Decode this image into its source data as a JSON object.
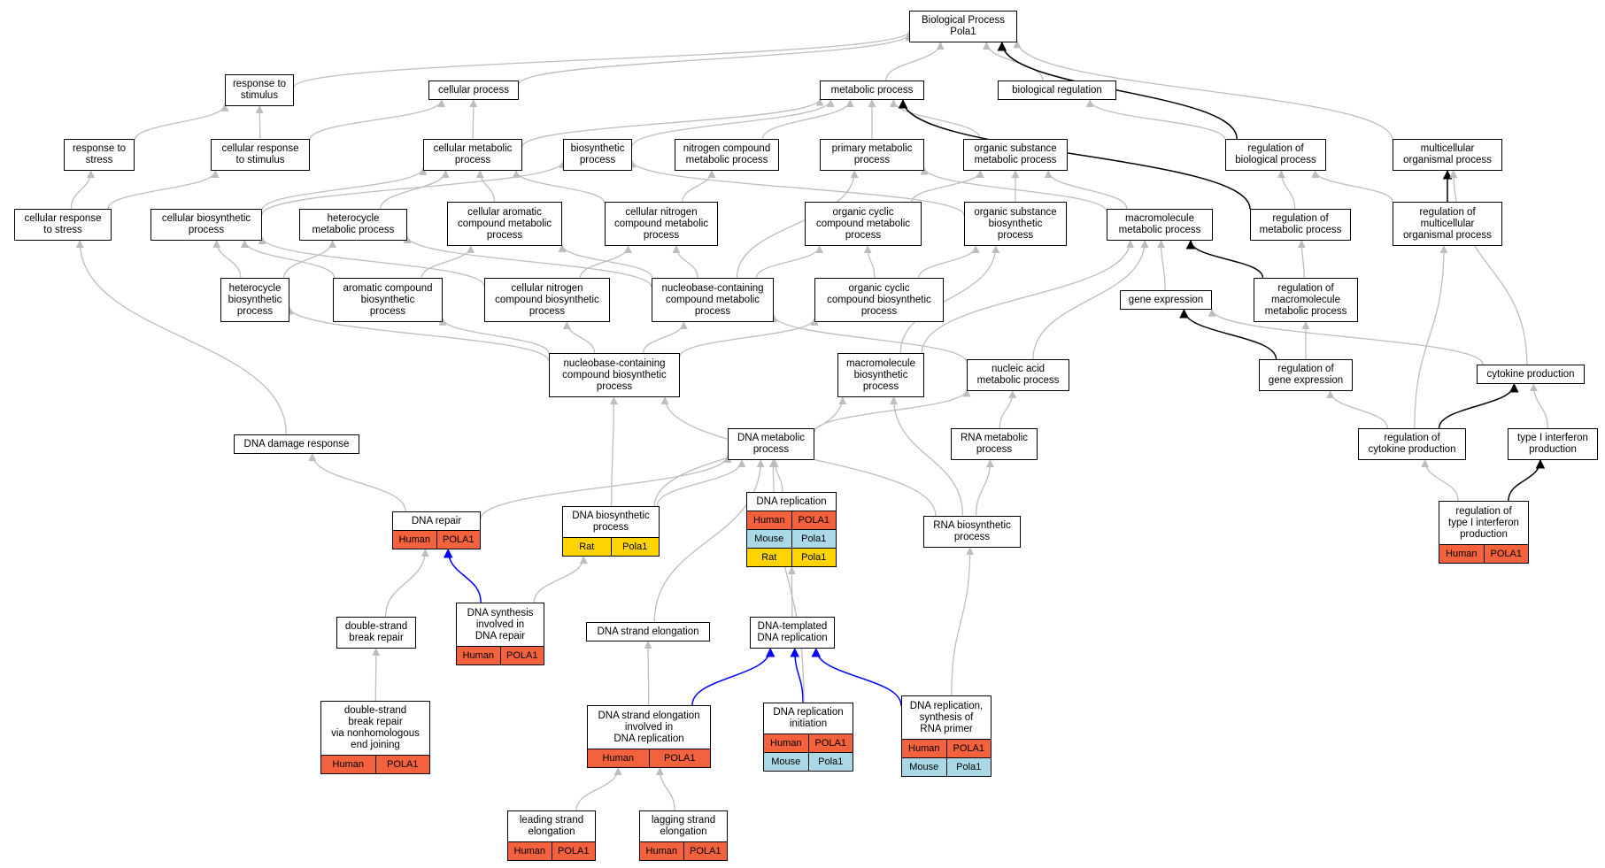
{
  "colors": {
    "human": "#f4623d",
    "mouse": "#aad8e6",
    "rat": "#ffd400",
    "edge_gray": "#bdbdbd",
    "edge_black": "#000000",
    "edge_blue": "#0000ff"
  },
  "nodes": {
    "bp": {
      "label": "Biological Process\nPola1"
    },
    "resp_stim": {
      "label": "response to\nstimulus"
    },
    "cell_proc": {
      "label": "cellular process"
    },
    "metab": {
      "label": "metabolic process"
    },
    "bio_reg": {
      "label": "biological regulation"
    },
    "resp_stress": {
      "label": "response to\nstress"
    },
    "cell_resp_stim": {
      "label": "cellular response\nto stimulus"
    },
    "cell_metab": {
      "label": "cellular metabolic\nprocess"
    },
    "biosynth": {
      "label": "biosynthetic\nprocess"
    },
    "nitro_metab": {
      "label": "nitrogen compound\nmetabolic process"
    },
    "prim_metab": {
      "label": "primary metabolic\nprocess"
    },
    "org_sub_metab": {
      "label": "organic substance\nmetabolic process"
    },
    "reg_bio": {
      "label": "regulation of\nbiological process"
    },
    "multi_org": {
      "label": "multicellular\norganismal process"
    },
    "cell_resp_stress": {
      "label": "cellular response\nto stress"
    },
    "cell_biosynth": {
      "label": "cellular biosynthetic\nprocess"
    },
    "hetero_metab": {
      "label": "heterocycle\nmetabolic process"
    },
    "cell_arom": {
      "label": "cellular aromatic\ncompound metabolic\nprocess"
    },
    "cell_nitro_metab": {
      "label": "cellular nitrogen\ncompound metabolic\nprocess"
    },
    "org_cyc_metab": {
      "label": "organic cyclic\ncompound metabolic\nprocess"
    },
    "org_sub_biosynth": {
      "label": "organic substance\nbiosynthetic\nprocess"
    },
    "macro_metab": {
      "label": "macromolecule\nmetabolic process"
    },
    "reg_metab": {
      "label": "regulation of\nmetabolic process"
    },
    "reg_multi": {
      "label": "regulation of\nmulticellular\norganismal process"
    },
    "hetero_biosynth": {
      "label": "heterocycle\nbiosynthetic\nprocess"
    },
    "arom_biosynth": {
      "label": "aromatic compound\nbiosynthetic\nprocess"
    },
    "cell_nitro_biosynth": {
      "label": "cellular nitrogen\ncompound biosynthetic\nprocess"
    },
    "nucbase_metab": {
      "label": "nucleobase-containing\ncompound metabolic\nprocess"
    },
    "org_cyc_biosynth": {
      "label": "organic cyclic\ncompound biosynthetic\nprocess"
    },
    "gene_expr": {
      "label": "gene expression"
    },
    "reg_macro_metab": {
      "label": "regulation of\nmacromolecule\nmetabolic process"
    },
    "nucbase_biosynth": {
      "label": "nucleobase-containing\ncompound biosynthetic\nprocess"
    },
    "macro_biosynth": {
      "label": "macromolecule\nbiosynthetic\nprocess"
    },
    "nucacid_metab": {
      "label": "nucleic acid\nmetabolic process"
    },
    "reg_gene_expr": {
      "label": "regulation of\ngene expression"
    },
    "cytokine": {
      "label": "cytokine production"
    },
    "dna_damage": {
      "label": "DNA damage response"
    },
    "dna_metab": {
      "label": "DNA metabolic\nprocess"
    },
    "rna_metab": {
      "label": "RNA metabolic\nprocess"
    },
    "reg_cytokine": {
      "label": "regulation of\ncytokine production"
    },
    "type1_ifn": {
      "label": "type I interferon\nproduction"
    },
    "dna_repair": {
      "label": "DNA repair",
      "ann": [
        [
          "Human",
          "POLA1",
          "human"
        ]
      ]
    },
    "dna_biosynth": {
      "label": "DNA biosynthetic\nprocess",
      "ann": [
        [
          "Rat",
          "Pola1",
          "rat"
        ]
      ]
    },
    "dna_repl": {
      "label": "DNA replication",
      "ann": [
        [
          "Human",
          "POLA1",
          "human"
        ],
        [
          "Mouse",
          "Pola1",
          "mouse"
        ],
        [
          "Rat",
          "Pola1",
          "rat"
        ]
      ]
    },
    "rna_biosynth": {
      "label": "RNA biosynthetic\nprocess"
    },
    "reg_type1": {
      "label": "regulation of\ntype I interferon\nproduction",
      "ann": [
        [
          "Human",
          "POLA1",
          "human"
        ]
      ]
    },
    "dsb_repair": {
      "label": "double-strand\nbreak repair"
    },
    "dna_synth_repair": {
      "label": "DNA synthesis\ninvolved in\nDNA repair",
      "ann": [
        [
          "Human",
          "POLA1",
          "human"
        ]
      ]
    },
    "dna_strand_elong": {
      "label": "DNA strand elongation"
    },
    "dna_templ_repl": {
      "label": "DNA-templated\nDNA replication"
    },
    "nhej": {
      "label": "double-strand\nbreak repair\nvia nonhomologous\nend joining",
      "ann": [
        [
          "Human",
          "POLA1",
          "human"
        ]
      ]
    },
    "elong_repl": {
      "label": "DNA strand elongation\ninvolved in\nDNA replication",
      "ann": [
        [
          "Human",
          "POLA1",
          "human"
        ]
      ]
    },
    "repl_init": {
      "label": "DNA replication\ninitiation",
      "ann": [
        [
          "Human",
          "POLA1",
          "human"
        ],
        [
          "Mouse",
          "Pola1",
          "mouse"
        ]
      ]
    },
    "rna_primer": {
      "label": "DNA replication,\nsynthesis of\nRNA primer",
      "ann": [
        [
          "Human",
          "POLA1",
          "human"
        ],
        [
          "Mouse",
          "Pola1",
          "mouse"
        ]
      ]
    },
    "leading": {
      "label": "leading strand\nelongation",
      "ann": [
        [
          "Human",
          "POLA1",
          "human"
        ]
      ]
    },
    "lagging": {
      "label": "lagging strand\nelongation",
      "ann": [
        [
          "Human",
          "POLA1",
          "human"
        ]
      ]
    }
  },
  "edges": [
    [
      "resp_stim",
      "bp",
      "g"
    ],
    [
      "cell_proc",
      "bp",
      "g"
    ],
    [
      "metab",
      "bp",
      "g"
    ],
    [
      "bio_reg",
      "bp",
      "g"
    ],
    [
      "reg_bio",
      "bp",
      "k"
    ],
    [
      "multi_org",
      "bp",
      "g"
    ],
    [
      "resp_stress",
      "resp_stim",
      "g"
    ],
    [
      "cell_resp_stim",
      "resp_stim",
      "g"
    ],
    [
      "cell_metab",
      "cell_proc",
      "g"
    ],
    [
      "cell_resp_stim",
      "cell_proc",
      "g"
    ],
    [
      "cell_metab",
      "metab",
      "g"
    ],
    [
      "biosynth",
      "metab",
      "g"
    ],
    [
      "nitro_metab",
      "metab",
      "g"
    ],
    [
      "prim_metab",
      "metab",
      "g"
    ],
    [
      "org_sub_metab",
      "metab",
      "g"
    ],
    [
      "reg_metab",
      "metab",
      "k"
    ],
    [
      "reg_bio",
      "bio_reg",
      "g"
    ],
    [
      "reg_metab",
      "reg_bio",
      "g"
    ],
    [
      "reg_multi",
      "reg_bio",
      "g"
    ],
    [
      "reg_multi",
      "multi_org",
      "k"
    ],
    [
      "cytokine",
      "multi_org",
      "g"
    ],
    [
      "cell_resp_stress",
      "resp_stress",
      "g"
    ],
    [
      "cell_resp_stress",
      "cell_resp_stim",
      "g"
    ],
    [
      "dna_damage",
      "cell_resp_stress",
      "g"
    ],
    [
      "cell_biosynth",
      "cell_metab",
      "g"
    ],
    [
      "cell_biosynth",
      "biosynth",
      "g"
    ],
    [
      "hetero_metab",
      "cell_metab",
      "g"
    ],
    [
      "cell_arom",
      "cell_metab",
      "g"
    ],
    [
      "cell_nitro_metab",
      "cell_metab",
      "g"
    ],
    [
      "cell_nitro_metab",
      "nitro_metab",
      "g"
    ],
    [
      "org_cyc_metab",
      "org_sub_metab",
      "g"
    ],
    [
      "org_sub_biosynth",
      "org_sub_metab",
      "g"
    ],
    [
      "org_sub_biosynth",
      "biosynth",
      "g"
    ],
    [
      "macro_metab",
      "org_sub_metab",
      "g"
    ],
    [
      "macro_metab",
      "prim_metab",
      "g"
    ],
    [
      "nucbase_metab",
      "prim_metab",
      "g"
    ],
    [
      "reg_macro_metab",
      "macro_metab",
      "k"
    ],
    [
      "reg_macro_metab",
      "reg_metab",
      "g"
    ],
    [
      "hetero_biosynth",
      "cell_biosynth",
      "g"
    ],
    [
      "hetero_biosynth",
      "hetero_metab",
      "g"
    ],
    [
      "arom_biosynth",
      "cell_biosynth",
      "g"
    ],
    [
      "arom_biosynth",
      "cell_arom",
      "g"
    ],
    [
      "cell_nitro_biosynth",
      "cell_biosynth",
      "g"
    ],
    [
      "cell_nitro_biosynth",
      "cell_nitro_metab",
      "g"
    ],
    [
      "nucbase_metab",
      "hetero_metab",
      "g"
    ],
    [
      "nucbase_metab",
      "cell_arom",
      "g"
    ],
    [
      "nucbase_metab",
      "cell_nitro_metab",
      "g"
    ],
    [
      "nucbase_metab",
      "org_cyc_metab",
      "g"
    ],
    [
      "org_cyc_biosynth",
      "org_cyc_metab",
      "g"
    ],
    [
      "org_cyc_biosynth",
      "org_sub_biosynth",
      "g"
    ],
    [
      "gene_expr",
      "macro_metab",
      "g"
    ],
    [
      "reg_gene_expr",
      "gene_expr",
      "k"
    ],
    [
      "reg_gene_expr",
      "reg_macro_metab",
      "g"
    ],
    [
      "nucbase_biosynth",
      "hetero_biosynth",
      "g"
    ],
    [
      "nucbase_biosynth",
      "arom_biosynth",
      "g"
    ],
    [
      "nucbase_biosynth",
      "cell_nitro_biosynth",
      "g"
    ],
    [
      "nucbase_biosynth",
      "nucbase_metab",
      "g"
    ],
    [
      "nucbase_biosynth",
      "org_cyc_biosynth",
      "g"
    ],
    [
      "macro_biosynth",
      "macro_metab",
      "g"
    ],
    [
      "macro_biosynth",
      "org_sub_biosynth",
      "g"
    ],
    [
      "nucacid_metab",
      "nucbase_metab",
      "g"
    ],
    [
      "nucacid_metab",
      "macro_metab",
      "g"
    ],
    [
      "reg_cytokine",
      "reg_gene_expr",
      "g"
    ],
    [
      "reg_cytokine",
      "cytokine",
      "k"
    ],
    [
      "reg_cytokine",
      "reg_multi",
      "g"
    ],
    [
      "type1_ifn",
      "cytokine",
      "g"
    ],
    [
      "cytokine",
      "gene_expr",
      "g"
    ],
    [
      "dna_metab",
      "nucacid_metab",
      "g"
    ],
    [
      "rna_metab",
      "nucacid_metab",
      "g"
    ],
    [
      "dna_repair",
      "dna_damage",
      "g"
    ],
    [
      "dna_repair",
      "dna_metab",
      "g"
    ],
    [
      "dna_biosynth",
      "nucbase_biosynth",
      "g"
    ],
    [
      "dna_biosynth",
      "macro_biosynth",
      "g"
    ],
    [
      "dna_biosynth",
      "dna_metab",
      "g"
    ],
    [
      "dna_repl",
      "dna_metab",
      "g"
    ],
    [
      "rna_biosynth",
      "rna_metab",
      "g"
    ],
    [
      "rna_biosynth",
      "macro_biosynth",
      "g"
    ],
    [
      "rna_biosynth",
      "nucbase_biosynth",
      "g"
    ],
    [
      "reg_type1",
      "reg_cytokine",
      "g"
    ],
    [
      "reg_type1",
      "type1_ifn",
      "k"
    ],
    [
      "dsb_repair",
      "dna_repair",
      "g"
    ],
    [
      "dna_synth_repair",
      "dna_repair",
      "b"
    ],
    [
      "dna_synth_repair",
      "dna_biosynth",
      "g"
    ],
    [
      "dna_strand_elong",
      "dna_metab",
      "g"
    ],
    [
      "dna_templ_repl",
      "dna_repl",
      "g"
    ],
    [
      "nhej",
      "dsb_repair",
      "g"
    ],
    [
      "elong_repl",
      "dna_strand_elong",
      "g"
    ],
    [
      "elong_repl",
      "dna_templ_repl",
      "b"
    ],
    [
      "repl_init",
      "dna_templ_repl",
      "b"
    ],
    [
      "repl_init",
      "dna_metab",
      "g"
    ],
    [
      "rna_primer",
      "dna_templ_repl",
      "b"
    ],
    [
      "rna_primer",
      "rna_biosynth",
      "g"
    ],
    [
      "leading",
      "elong_repl",
      "g"
    ],
    [
      "lagging",
      "elong_repl",
      "g"
    ]
  ]
}
